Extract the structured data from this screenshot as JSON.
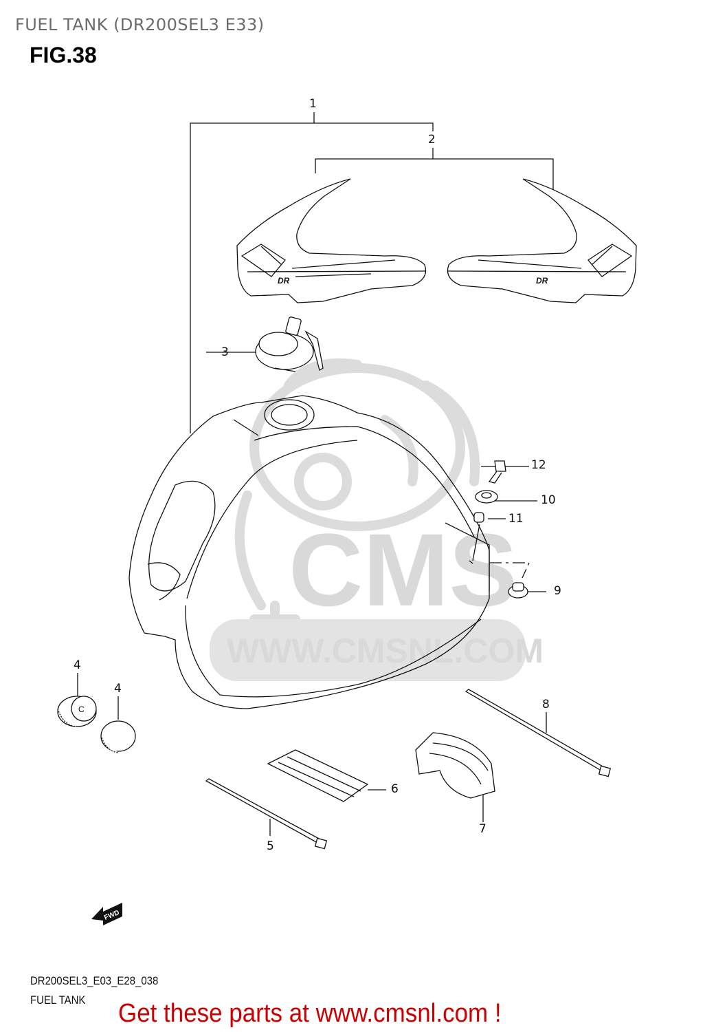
{
  "header": {
    "title": "FUEL TANK (DR200SEL3 E33)",
    "figure": "FIG.38"
  },
  "watermark": {
    "logo_text": "CMS",
    "url_text": "WWW.CMSNL.COM",
    "color": "#d9d9d9"
  },
  "callouts": [
    {
      "number": "1",
      "part": "fuel tank assembly"
    },
    {
      "number": "2",
      "part": "tank emblem / decal set"
    },
    {
      "number": "3",
      "part": "fuel cap with keys"
    },
    {
      "number": "4",
      "part": "cushion"
    },
    {
      "number": "4",
      "part": "cushion"
    },
    {
      "number": "5",
      "part": "cable tie"
    },
    {
      "number": "6",
      "part": "cushion pad"
    },
    {
      "number": "7",
      "part": "cover"
    },
    {
      "number": "8",
      "part": "cable tie"
    },
    {
      "number": "9",
      "part": "cushion"
    },
    {
      "number": "10",
      "part": "washer"
    },
    {
      "number": "11",
      "part": "collar"
    },
    {
      "number": "12",
      "part": "bolt"
    }
  ],
  "fwd_indicator": {
    "label": "FWD"
  },
  "footer": {
    "code": "DR200SEL3_E03_E28_038",
    "name": "FUEL TANK",
    "promo": "Get these parts at www.cmsnl.com !",
    "promo_color": "#cc0000"
  }
}
